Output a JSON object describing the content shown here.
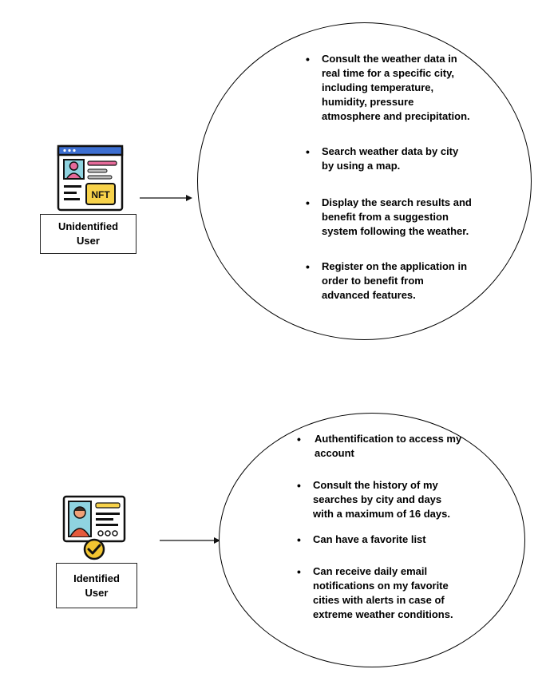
{
  "actors": {
    "unidentified": {
      "line1": "Unidentified",
      "line2": "User",
      "icon": "nft-profile-window-icon",
      "badge": "NFT"
    },
    "identified": {
      "line1": "Identified",
      "line2": "User",
      "icon": "id-card-check-icon"
    }
  },
  "use_cases": {
    "unidentified": [
      "Consult the weather data in real time for a specific city, including temperature, humidity, pressure atmosphere and precipitation.",
      "Search weather data by city by using a map.",
      "Display the search results and benefit from a suggestion system following the weather.",
      "Register on the application in order to benefit from advanced features."
    ],
    "identified": [
      "Authentification to access my account",
      "Consult the history of my searches by city and days with a maximum of 16 days.",
      "Can have a favorite list",
      "Can receive daily email notifications on my favorite cities with alerts in case of extreme weather conditions."
    ]
  },
  "colors": {
    "window_blue": "#3d6fd1",
    "window_dark": "#1f3a7a",
    "badge_yellow": "#f7d24a",
    "pink": "#e66a9a",
    "teal_avatar": "#8fd3e0",
    "skin": "#f0a077",
    "check_yellow": "#f2c531"
  }
}
